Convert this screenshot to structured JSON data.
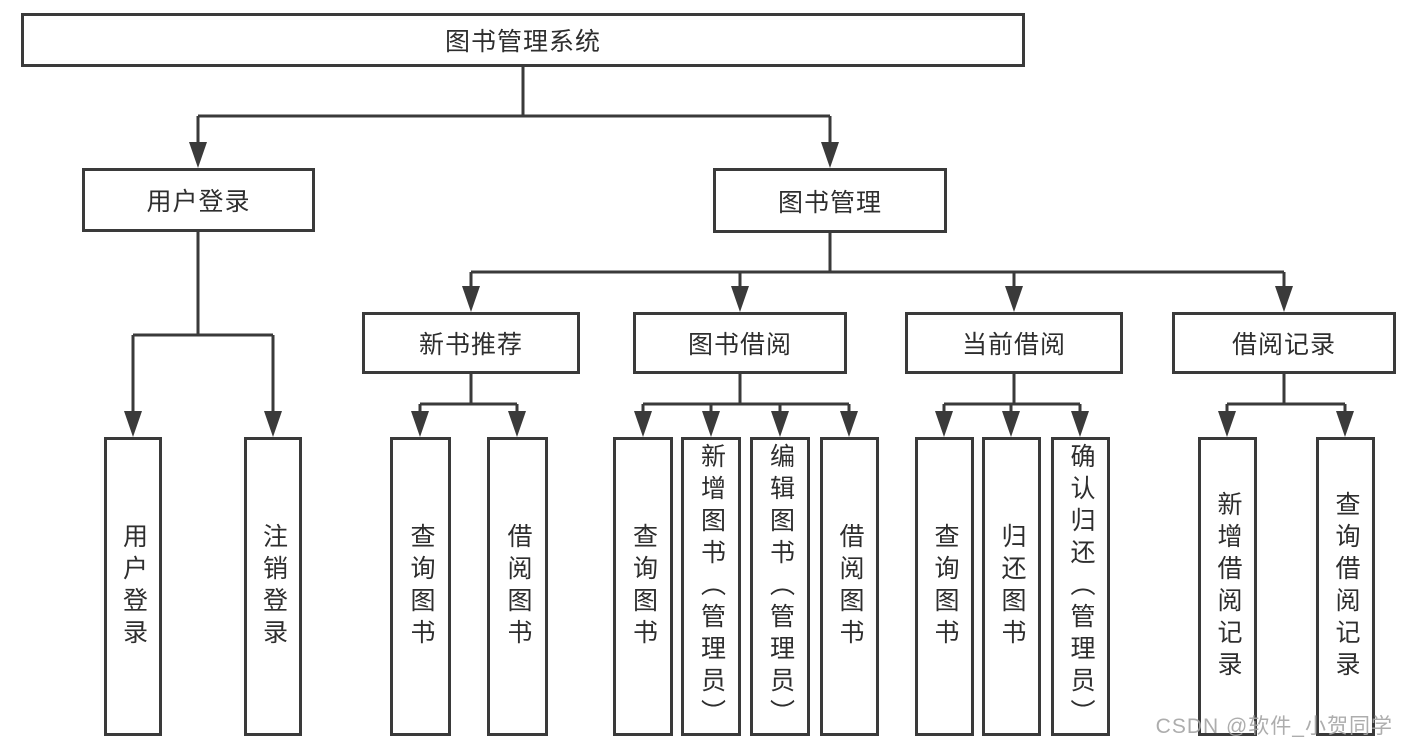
{
  "nodes": {
    "root": {
      "label": "图书管理系统"
    },
    "user_login": {
      "label": "用户登录"
    },
    "book_mgmt": {
      "label": "图书管理"
    },
    "new_book_rec": {
      "label": "新书推荐"
    },
    "book_borrow": {
      "label": "图书借阅"
    },
    "current_borrow": {
      "label": "当前借阅"
    },
    "borrow_record": {
      "label": "借阅记录"
    },
    "leaf_user_login": {
      "label": "用户登录"
    },
    "leaf_logout": {
      "label": "注销登录"
    },
    "leaf_query_book_1": {
      "label": "查询图书"
    },
    "leaf_borrow_book_1": {
      "label": "借阅图书"
    },
    "leaf_query_book_2": {
      "label": "查询图书"
    },
    "leaf_add_book": {
      "label": "新增图书（管理员）"
    },
    "leaf_edit_book": {
      "label": "编辑图书（管理员）"
    },
    "leaf_borrow_book_2": {
      "label": "借阅图书"
    },
    "leaf_query_book_3": {
      "label": "查询图书"
    },
    "leaf_return_book": {
      "label": "归还图书"
    },
    "leaf_confirm_return": {
      "label": "确认归还（管理员）"
    },
    "leaf_add_record": {
      "label": "新增借阅记录"
    },
    "leaf_query_record": {
      "label": "查询借阅记录"
    }
  },
  "hierarchy": {
    "图书管理系统": {
      "用户登录": [
        "用户登录",
        "注销登录"
      ],
      "图书管理": {
        "新书推荐": [
          "查询图书",
          "借阅图书"
        ],
        "图书借阅": [
          "查询图书",
          "新增图书（管理员）",
          "编辑图书（管理员）",
          "借阅图书"
        ],
        "当前借阅": [
          "查询图书",
          "归还图书",
          "确认归还（管理员）"
        ],
        "借阅记录": [
          "新增借阅记录",
          "查询借阅记录"
        ]
      }
    }
  },
  "watermark": {
    "text": "CSDN @软件_小贺同学"
  },
  "colors": {
    "line": "#3a3a3a",
    "text": "#2e2e2e",
    "background": "#ffffff",
    "watermark": "#a4a4a4"
  }
}
